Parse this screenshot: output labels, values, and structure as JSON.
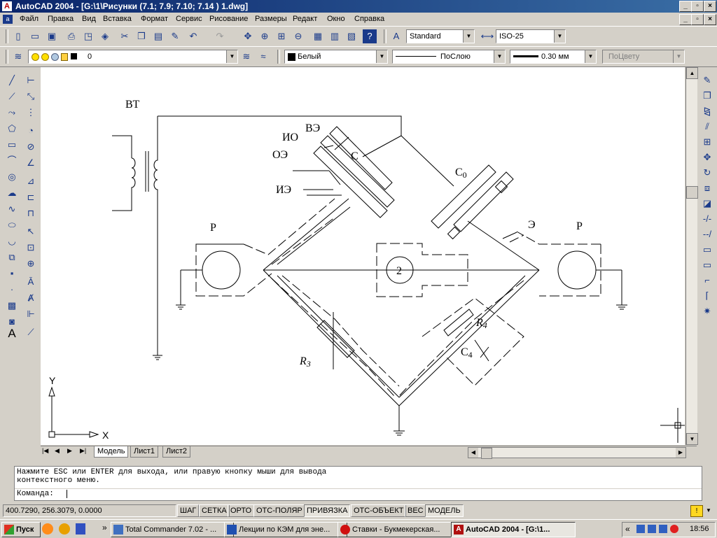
{
  "window": {
    "title": "AutoCAD 2004 - [G:\\1\\Рисунки (7.1; 7.9; 7.10; 7.14 ) 1.dwg]",
    "app_icon": "A"
  },
  "menu": [
    "Файл",
    "Правка",
    "Вид",
    "Вставка",
    "Формат",
    "Сервис",
    "Рисование",
    "Размеры",
    "Редакт",
    "Окно",
    "Справка"
  ],
  "toolbar": {
    "text_style": "Standard",
    "dim_style": "ISO-25",
    "layer": "0",
    "color": "Белый",
    "linetype": "ПоСлою",
    "lineweight": "0.30 мм",
    "plotstyle": "ПоЦвету"
  },
  "drawing": {
    "labels": {
      "vt": "ВТ",
      "ve": "ВЭ",
      "io": "ИО",
      "oe": "ОЭ",
      "c": "С",
      "ie": "ИЭ",
      "c0": "C",
      "c0_sub": "0",
      "e": "Э",
      "p_left": "Р",
      "p_right": "Р",
      "node2": "2",
      "r4": "R",
      "r4_sub": "4",
      "c4": "C",
      "c4_sub": "4",
      "r3": "R",
      "r3_sub": "3"
    },
    "ucs": {
      "x": "X",
      "y": "Y"
    }
  },
  "tabs": [
    "Модель",
    "Лист1",
    "Лист2"
  ],
  "active_tab": "Модель",
  "command": {
    "line1": "Нажмите ESC или ENTER для выхода, или правую кнопку мыши для вывода",
    "line2": "контекстного меню.",
    "prompt": "Команда:"
  },
  "status": {
    "coords": "400.7290, 256.3079, 0.0000",
    "buttons": [
      "ШАГ",
      "СЕТКА",
      "ОРТО",
      "ОТС-ПОЛЯР",
      "ПРИВЯЗКА",
      "ОТС-ОБЪЕКТ",
      "ВЕС",
      "МОДЕЛЬ"
    ],
    "active": [
      "ПРИВЯЗКА",
      "МОДЕЛЬ"
    ]
  },
  "taskbar": {
    "start": "Пуск",
    "tasks": [
      "Total Commander 7.02 - ...",
      "Лекции по КЭМ для эне...",
      "Ставки - Букмекерская...",
      "AutoCAD 2004 - [G:\\1..."
    ],
    "active_task": "AutoCAD 2004 - [G:\\1...",
    "clock": "18:56"
  },
  "colors": {
    "title_start": "#0a246a",
    "title_end": "#3a6ea5",
    "face": "#d4d0c8",
    "canvas": "#ffffff"
  }
}
